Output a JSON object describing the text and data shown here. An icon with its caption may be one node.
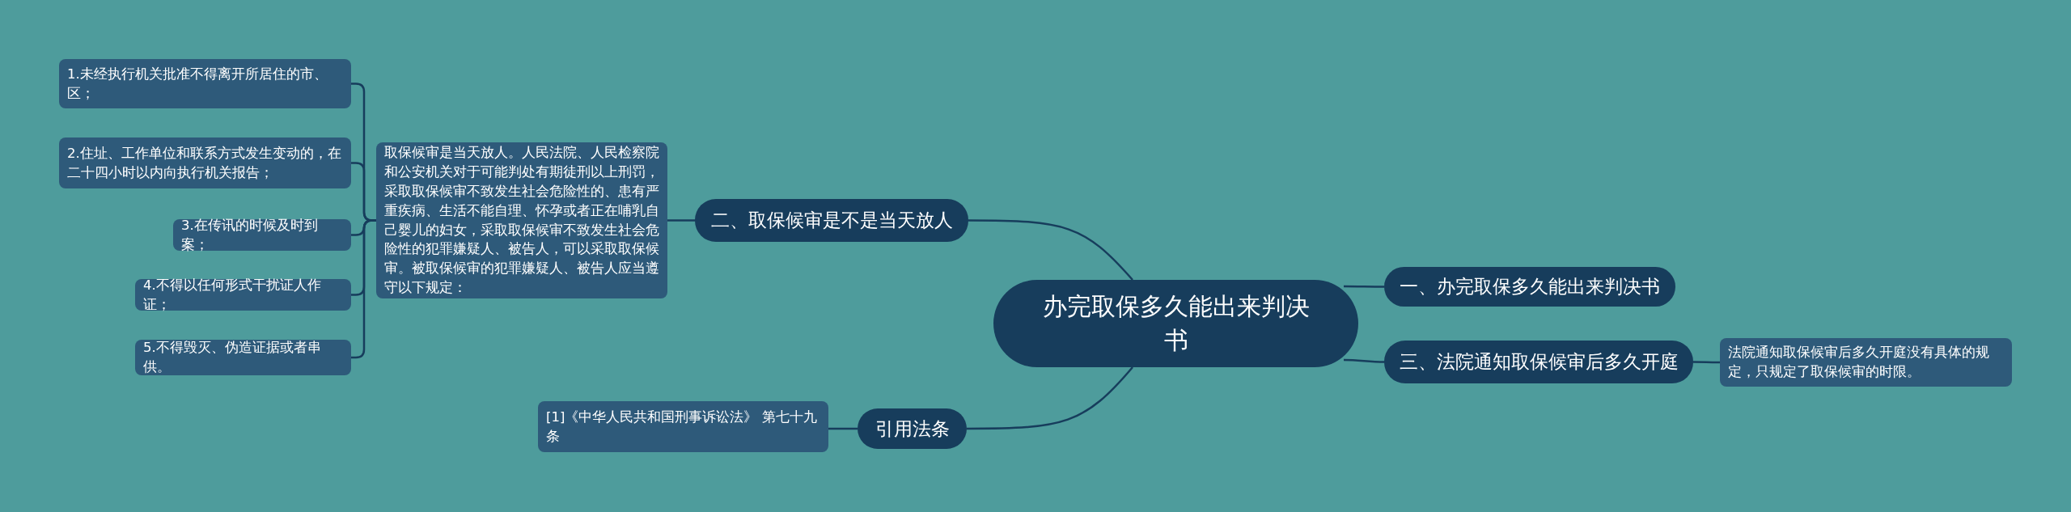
{
  "diagram": {
    "nodes": [
      {
        "text": [
          "办完取保多久能出来判决书"
        ]
      },
      {
        "text": [
          "一、办完取保多久能出来判决书"
        ]
      },
      {
        "text": [
          "二、取保候审是不是当天放人"
        ]
      },
      {
        "text": [
          "取保候审是当天放人。人民法院、人民检察院和公安机关对于可能判处有期徒刑以上刑罚，采取取保候审不致发生社会危险性的、患有严重疾病、生活不能自理、怀孕或者正在哺乳自己婴儿的妇女，采取取保候审不致发生社会危险性的犯罪嫌疑人、被告人，可以采取取保候审。被取保候审的犯罪嫌疑人、被告人应当遵守以下规定："
        ]
      },
      {
        "text": [
          "1.未经执行机关批准不得离开所居住的市、区；"
        ]
      },
      {
        "text": [
          "2.住址、工作单位和联系方式发生变动的，在二十四小时以内向执行机关报告；"
        ]
      },
      {
        "text": [
          "3.在传讯的时候及时到案；"
        ]
      },
      {
        "text": [
          "4.不得以任何形式干扰证人作证；"
        ]
      },
      {
        "text": [
          "5.不得毁灭、伪造证据或者串供。"
        ]
      },
      {
        "text": [
          "三、法院通知取保候审后多久开庭"
        ]
      },
      {
        "text": [
          "法院通知取保候审后多久开庭没有具体的规定，只规定了取保候审的时限。"
        ]
      },
      {
        "text": [
          "引用法条"
        ]
      },
      {
        "text": [
          "[1]《中华人民共和国刑事诉讼法》 第七十九条"
        ]
      }
    ],
    "edges": [
      {
        "from": 0,
        "to": 1,
        "arrow": "none"
      },
      {
        "from": 0,
        "to": 2,
        "arrow": "none"
      },
      {
        "from": 2,
        "to": 3,
        "arrow": "none"
      },
      {
        "from": 3,
        "to": 4,
        "arrow": "none"
      },
      {
        "from": 3,
        "to": 5,
        "arrow": "none"
      },
      {
        "from": 3,
        "to": 6,
        "arrow": "none"
      },
      {
        "from": 3,
        "to": 7,
        "arrow": "none"
      },
      {
        "from": 3,
        "to": 8,
        "arrow": "none"
      },
      {
        "from": 0,
        "to": 9,
        "arrow": "none"
      },
      {
        "from": 9,
        "to": 10,
        "arrow": "none"
      },
      {
        "from": 0,
        "to": 11,
        "arrow": "none"
      },
      {
        "from": 11,
        "to": 12,
        "arrow": "none"
      }
    ]
  }
}
